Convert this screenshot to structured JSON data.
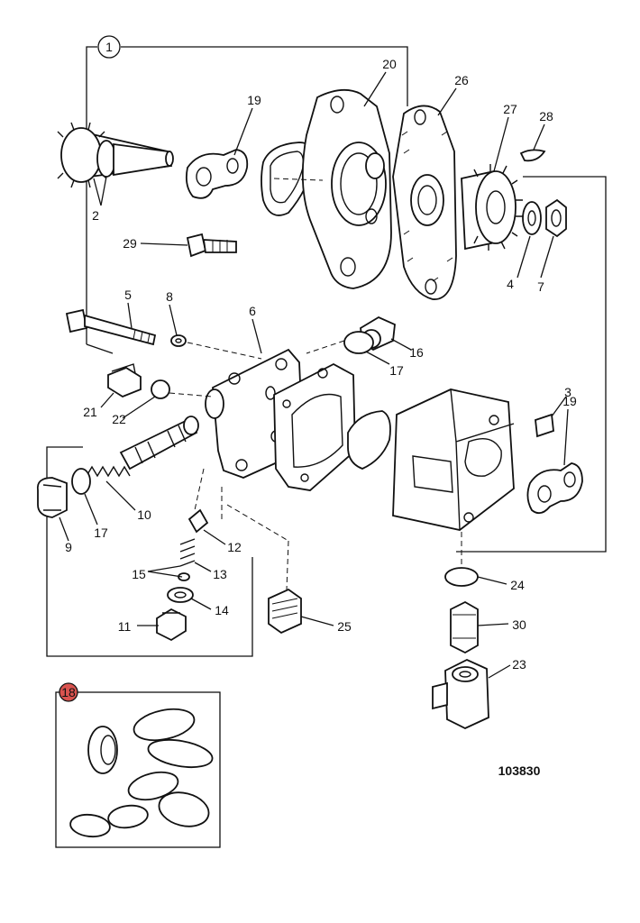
{
  "diagram": {
    "drawing_number": "103830",
    "callouts": [
      "1",
      "2",
      "3",
      "4",
      "5",
      "6",
      "7",
      "8",
      "9",
      "10",
      "11",
      "12",
      "13",
      "14",
      "15",
      "16",
      "17",
      "17",
      "18",
      "19",
      "19",
      "20",
      "21",
      "22",
      "23",
      "24",
      "25",
      "26",
      "27",
      "28",
      "29",
      "30"
    ],
    "colors": {
      "ink": "#111111",
      "paper": "#ffffff",
      "kit_badge": "#d9534f"
    }
  }
}
